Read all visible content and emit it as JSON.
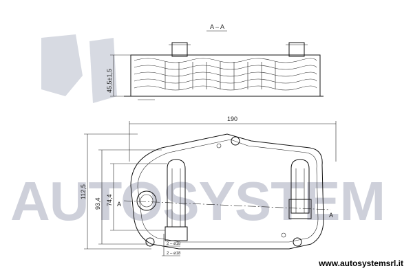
{
  "section_label": "A – A",
  "dimensions": {
    "height_section": "45,5±1,5",
    "width_overall": "190",
    "height_overall": "112,5",
    "height_mid": "93,4",
    "height_inner": "74,4",
    "hole_1": "2 – ø18",
    "hole_2": "2 – ø18"
  },
  "section_marks": {
    "left": "A",
    "right": "A"
  },
  "watermark": "AUTOSYSTEM",
  "website": "www.autosystemsrl.it",
  "colors": {
    "line": "#111111",
    "watermark": "#c9ccd6"
  }
}
